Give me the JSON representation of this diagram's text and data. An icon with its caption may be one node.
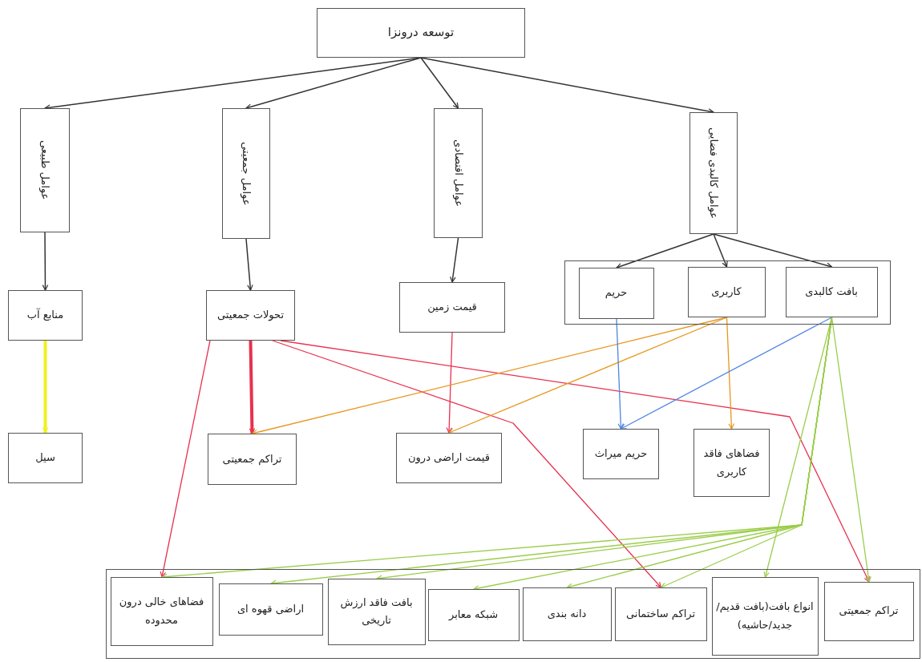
{
  "diagram": {
    "nodes": [
      {
        "text": [
          "توسعه درونزا"
        ]
      },
      {
        "text": [
          "عوامل طبیعی"
        ]
      },
      {
        "text": [
          "عوامل جمعیتی"
        ]
      },
      {
        "text": [
          "عوامل اقتصادی"
        ]
      },
      {
        "text": [
          "عوامل کالبدی فضایی"
        ]
      },
      {
        "text": [
          "منابع آب"
        ]
      },
      {
        "text": [
          "تحولات جمعیتی"
        ]
      },
      {
        "text": [
          "قیمت زمین"
        ]
      },
      {
        "text": [],
        "shape": "box"
      },
      {
        "text": [
          "حریم"
        ],
        "in": 8
      },
      {
        "text": [
          "کاربری"
        ],
        "in": 8
      },
      {
        "text": [
          "بافت کالبدی"
        ],
        "in": 8
      },
      {
        "text": [
          "سیل"
        ]
      },
      {
        "text": [
          "تراکم جمعیتی"
        ]
      },
      {
        "text": [
          "قیمت اراضی درون"
        ]
      },
      {
        "text": [
          "حریم میراث"
        ]
      },
      {
        "text": [
          "فضاهای فاقد کاربری"
        ]
      },
      {
        "text": [],
        "shape": "box"
      },
      {
        "text": [
          "فضاهای خالی درون محدوده"
        ],
        "in": 17
      },
      {
        "text": [
          "اراضی قهوه ای"
        ],
        "in": 17
      },
      {
        "text": [
          "بافت فاقد ارزش تاریخی"
        ],
        "in": 17
      },
      {
        "text": [
          "شبکه معابر"
        ],
        "in": 17
      },
      {
        "text": [
          "دانه بندی"
        ],
        "in": 17
      },
      {
        "text": [
          "تراکم ساختمانی"
        ],
        "in": 17
      },
      {
        "text": [
          "انواع بافت(بافت قدیم/جدید/حاشیه)"
        ],
        "in": 17
      },
      {
        "text": [
          "تراکم جمعیتی"
        ],
        "in": 17
      }
    ],
    "edges": [
      {
        "from": 0,
        "to": 1,
        "arrow": "to"
      },
      {
        "from": 0,
        "to": 2,
        "arrow": "to"
      },
      {
        "from": 0,
        "to": 3,
        "arrow": "to"
      },
      {
        "from": 0,
        "to": 4,
        "arrow": "to"
      },
      {
        "from": 1,
        "to": 5,
        "arrow": "to"
      },
      {
        "from": 2,
        "to": 6,
        "arrow": "to"
      },
      {
        "from": 3,
        "to": 7,
        "arrow": "to"
      },
      {
        "from": 4,
        "to": 9,
        "arrow": "to"
      },
      {
        "from": 4,
        "to": 10,
        "arrow": "to"
      },
      {
        "from": 4,
        "to": 11,
        "arrow": "to"
      },
      {
        "from": 5,
        "to": 12,
        "arrow": "to",
        "style": "thick",
        "color": "#f0f020"
      },
      {
        "from": 6,
        "to": 13,
        "arrow": "to",
        "style": "thick",
        "color": "#e8314f"
      },
      {
        "from": 6,
        "to": 18,
        "arrow": "to",
        "color": "#e8314f"
      },
      {
        "from": 6,
        "to": 23,
        "arrow": "to",
        "color": "#e8314f"
      },
      {
        "from": 6,
        "to": 25,
        "arrow": "to",
        "color": "#e8314f"
      },
      {
        "from": 7,
        "to": 14,
        "arrow": "to",
        "color": "#e8314f"
      },
      {
        "from": 10,
        "to": 13,
        "arrow": "to",
        "color": "#e8961e"
      },
      {
        "from": 10,
        "to": 14,
        "arrow": "to",
        "color": "#e8961e"
      },
      {
        "from": 10,
        "to": 16,
        "arrow": "to",
        "color": "#e8961e"
      },
      {
        "from": 9,
        "to": 15,
        "arrow": "to",
        "color": "#4f86e0"
      },
      {
        "from": 11,
        "to": 15,
        "arrow": "to",
        "color": "#4f86e0"
      },
      {
        "from": 11,
        "to": 18,
        "arrow": "to",
        "color": "#9acd4a"
      },
      {
        "from": 11,
        "to": 19,
        "arrow": "to",
        "color": "#9acd4a"
      },
      {
        "from": 11,
        "to": 20,
        "arrow": "to",
        "color": "#9acd4a"
      },
      {
        "from": 11,
        "to": 21,
        "arrow": "to",
        "color": "#9acd4a"
      },
      {
        "from": 11,
        "to": 22,
        "arrow": "to",
        "color": "#9acd4a"
      },
      {
        "from": 11,
        "to": 23,
        "arrow": "to",
        "color": "#9acd4a"
      },
      {
        "from": 11,
        "to": 24,
        "arrow": "to",
        "color": "#9acd4a"
      },
      {
        "from": 11,
        "to": 25,
        "arrow": "to",
        "color": "#9acd4a"
      }
    ]
  }
}
